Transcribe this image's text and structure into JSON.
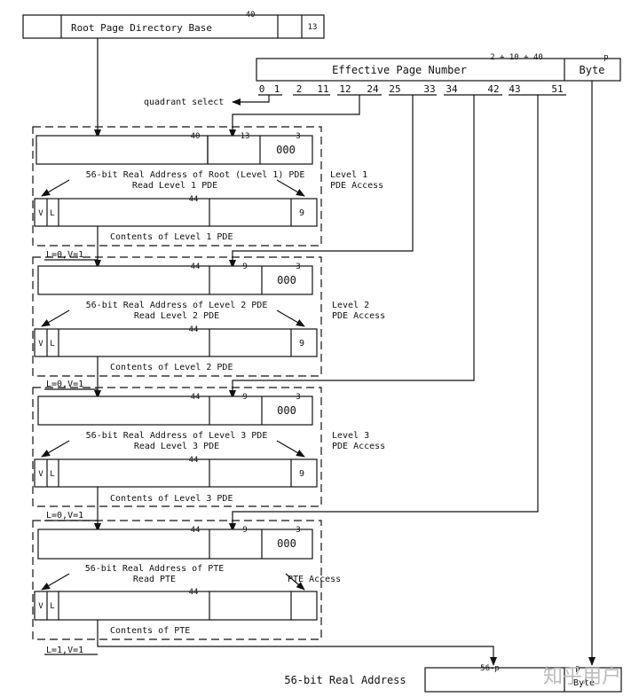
{
  "root": {
    "label": "Root Page Directory Base",
    "bits_40": "40",
    "bits_13": "13"
  },
  "epn": {
    "label": "Effective Page Number",
    "width": "2 + 10 + 40",
    "p": "p",
    "byte": "Byte",
    "ticks": [
      "0",
      "1",
      "2",
      "11",
      "12",
      "24",
      "25",
      "33",
      "34",
      "42",
      "43",
      "51"
    ],
    "quadrant": "quadrant select"
  },
  "levels": [
    {
      "addr_w": "40",
      "idx_w": "13",
      "low_w": "3",
      "low": "000",
      "address": "56-bit Real Address of Root (Level 1) PDE",
      "read": "Read Level 1 PDE",
      "access1": "Level 1",
      "access2": "PDE Access",
      "pde_w": "44",
      "v": "V",
      "l": "L",
      "tail": "9",
      "contents": "Contents of Level 1 PDE",
      "cond": "L=0,V=1"
    },
    {
      "addr_w": "44",
      "idx_w": "9",
      "low_w": "3",
      "low": "000",
      "address": "56-bit Real Address of Level 2 PDE",
      "read": "Read Level 2 PDE",
      "access1": "Level 2",
      "access2": "PDE Access",
      "pde_w": "44",
      "v": "V",
      "l": "L",
      "tail": "9",
      "contents": "Contents of Level 2 PDE",
      "cond": "L=0,V=1"
    },
    {
      "addr_w": "44",
      "idx_w": "9",
      "low_w": "3",
      "low": "000",
      "address": "56-bit Real Address of Level 3 PDE",
      "read": "Read Level 3 PDE",
      "access1": "Level 3",
      "access2": "PDE Access",
      "pde_w": "44",
      "v": "V",
      "l": "L",
      "tail": "9",
      "contents": "Contents of Level 3 PDE",
      "cond": "L=0,V=1"
    },
    {
      "addr_w": "44",
      "idx_w": "9",
      "low_w": "3",
      "low": "000",
      "address": "56-bit Real Address of PTE",
      "read": "Read PTE",
      "access1": "PTE Access",
      "access2": "",
      "pde_w": "44",
      "v": "V",
      "l": "L",
      "tail": "",
      "contents": "Contents of PTE",
      "cond": "L=1,V=1"
    }
  ],
  "result": {
    "label": "56-bit Real Address",
    "w": "56-p",
    "p": "p",
    "byte": "Byte"
  },
  "watermark": "知乎用户"
}
